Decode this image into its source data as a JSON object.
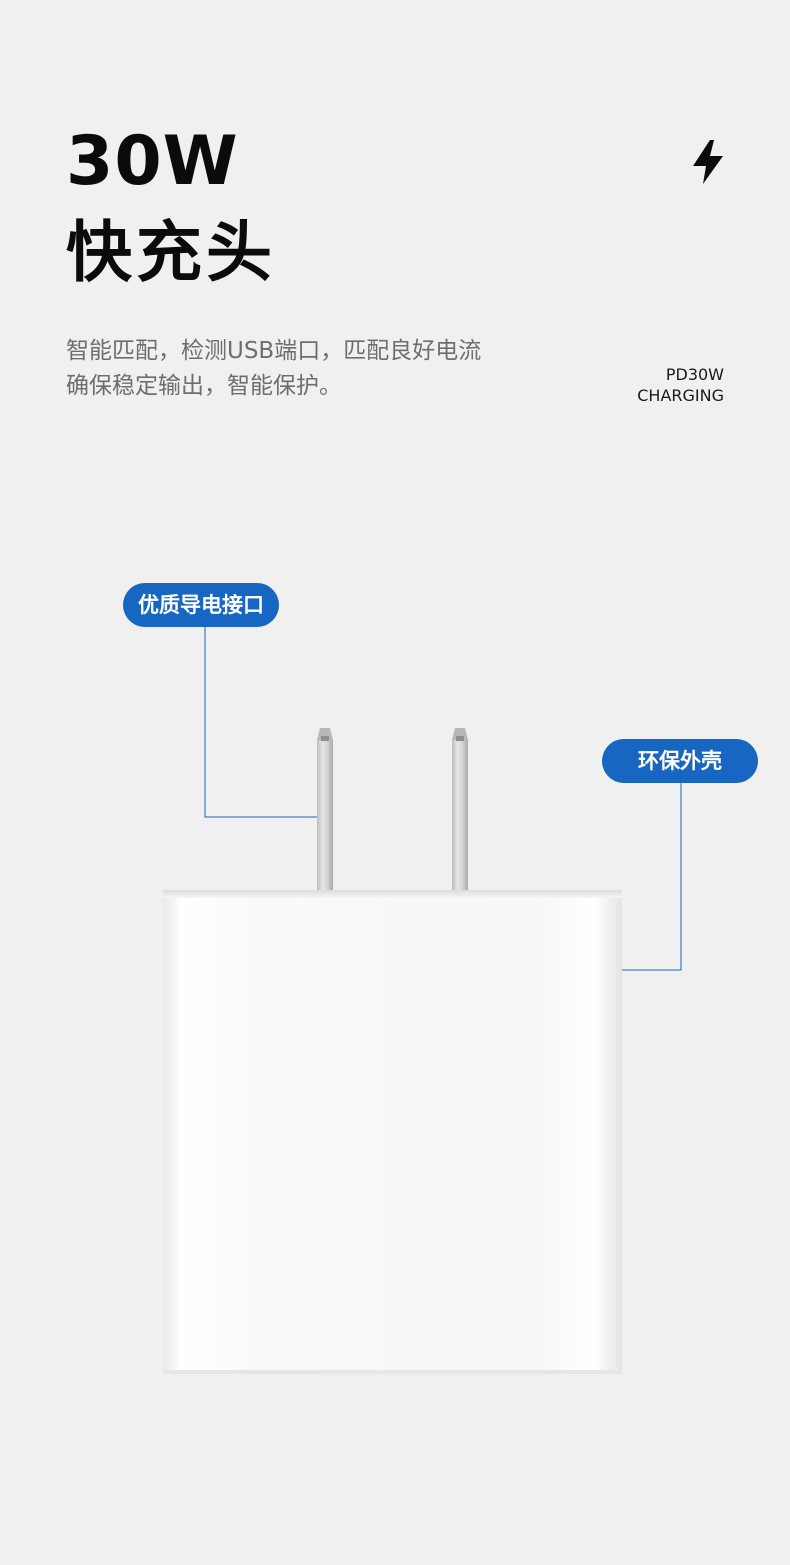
{
  "heading": {
    "power": "30W",
    "product": "快充头"
  },
  "description": {
    "line1": "智能匹配，检测USB端口，匹配良好电流",
    "line2": "确保稳定输出，智能保护。"
  },
  "badge": {
    "line1": "PD30W",
    "line2": "CHARGING"
  },
  "callouts": {
    "connector": "优质导电接口",
    "shell": "环保外壳"
  },
  "colors": {
    "background": "#f0f0f0",
    "accent": "#1666c2",
    "heading": "#0b0b0b",
    "body_text": "#6e6e6e"
  },
  "icons": {
    "top_right": "lightning-bolt-icon"
  }
}
